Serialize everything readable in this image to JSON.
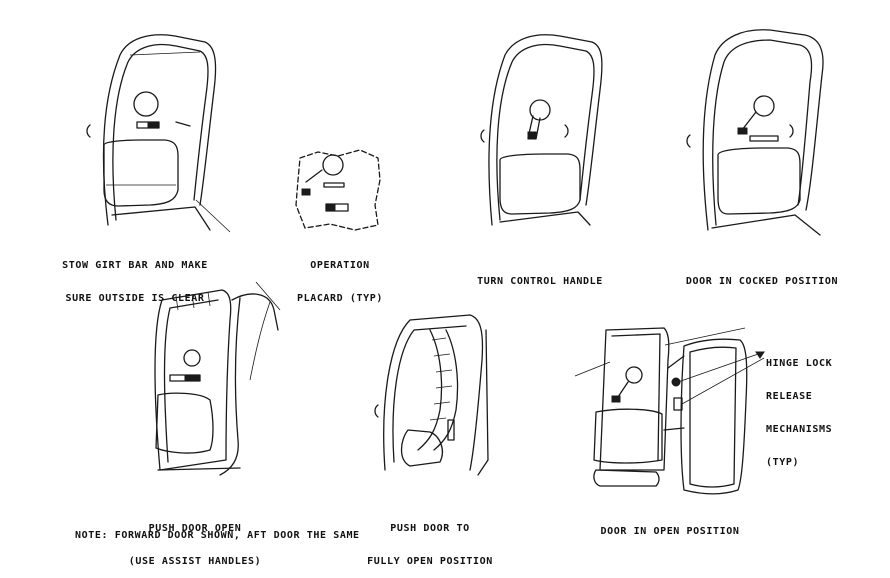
{
  "captions": {
    "stow": [
      "STOW GIRT BAR AND MAKE",
      "SURE OUTSIDE IS CLEAR"
    ],
    "placard": [
      "OPERATION",
      "PLACARD (TYP)"
    ],
    "turn": [
      "TURN CONTROL HANDLE"
    ],
    "cocked": [
      "DOOR IN COCKED POSITION"
    ],
    "push_open": [
      "PUSH DOOR OPEN",
      "(USE ASSIST HANDLES)"
    ],
    "push_full": [
      "PUSH DOOR TO",
      "FULLY OPEN POSITION"
    ],
    "open_pos": [
      "DOOR IN OPEN POSITION"
    ],
    "hinge": [
      "HINGE LOCK",
      "RELEASE",
      "MECHANISMS",
      "(TYP)"
    ]
  },
  "note": "NOTE: FORWARD DOOR SHOWN, AFT DOOR THE SAME"
}
